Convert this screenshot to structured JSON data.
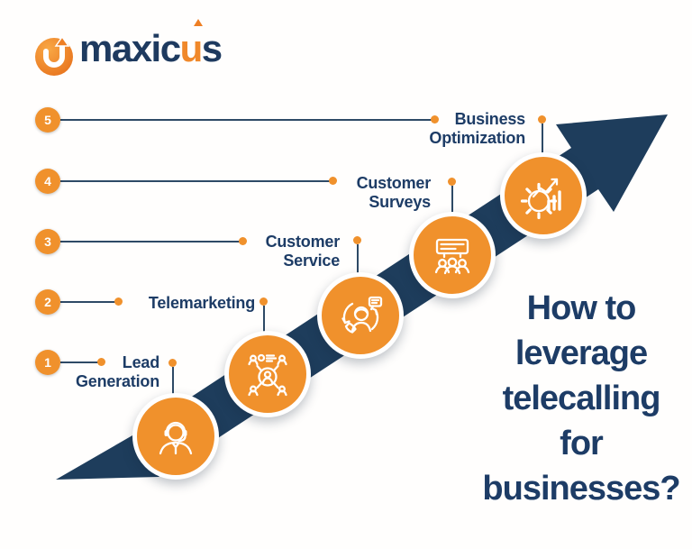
{
  "logo": {
    "mark_icon": "u-turn-up-arrow-icon",
    "word_pre": "maxic",
    "word_u": "u",
    "word_post": "s"
  },
  "title": {
    "lines": [
      "How to",
      "leverage",
      "telecalling",
      "for businesses?"
    ]
  },
  "steps": [
    {
      "number": "1",
      "label_lines": [
        "Lead",
        "Generation"
      ],
      "icon": "call-center-agent"
    },
    {
      "number": "2",
      "label_lines": [
        "Telemarketing"
      ],
      "icon": "people-network"
    },
    {
      "number": "3",
      "label_lines": [
        "Customer",
        "Service"
      ],
      "icon": "support-agent-arrows"
    },
    {
      "number": "4",
      "label_lines": [
        "Customer",
        "Surveys"
      ],
      "icon": "presentation-audience"
    },
    {
      "number": "5",
      "label_lines": [
        "Business",
        "Optimization"
      ],
      "icon": "gear-growth-chart"
    }
  ],
  "colors": {
    "orange": "#F0912C",
    "navy_arrow": "#1E3D5C",
    "navy_text": "#1D3C66",
    "line": "#2E4A66"
  }
}
